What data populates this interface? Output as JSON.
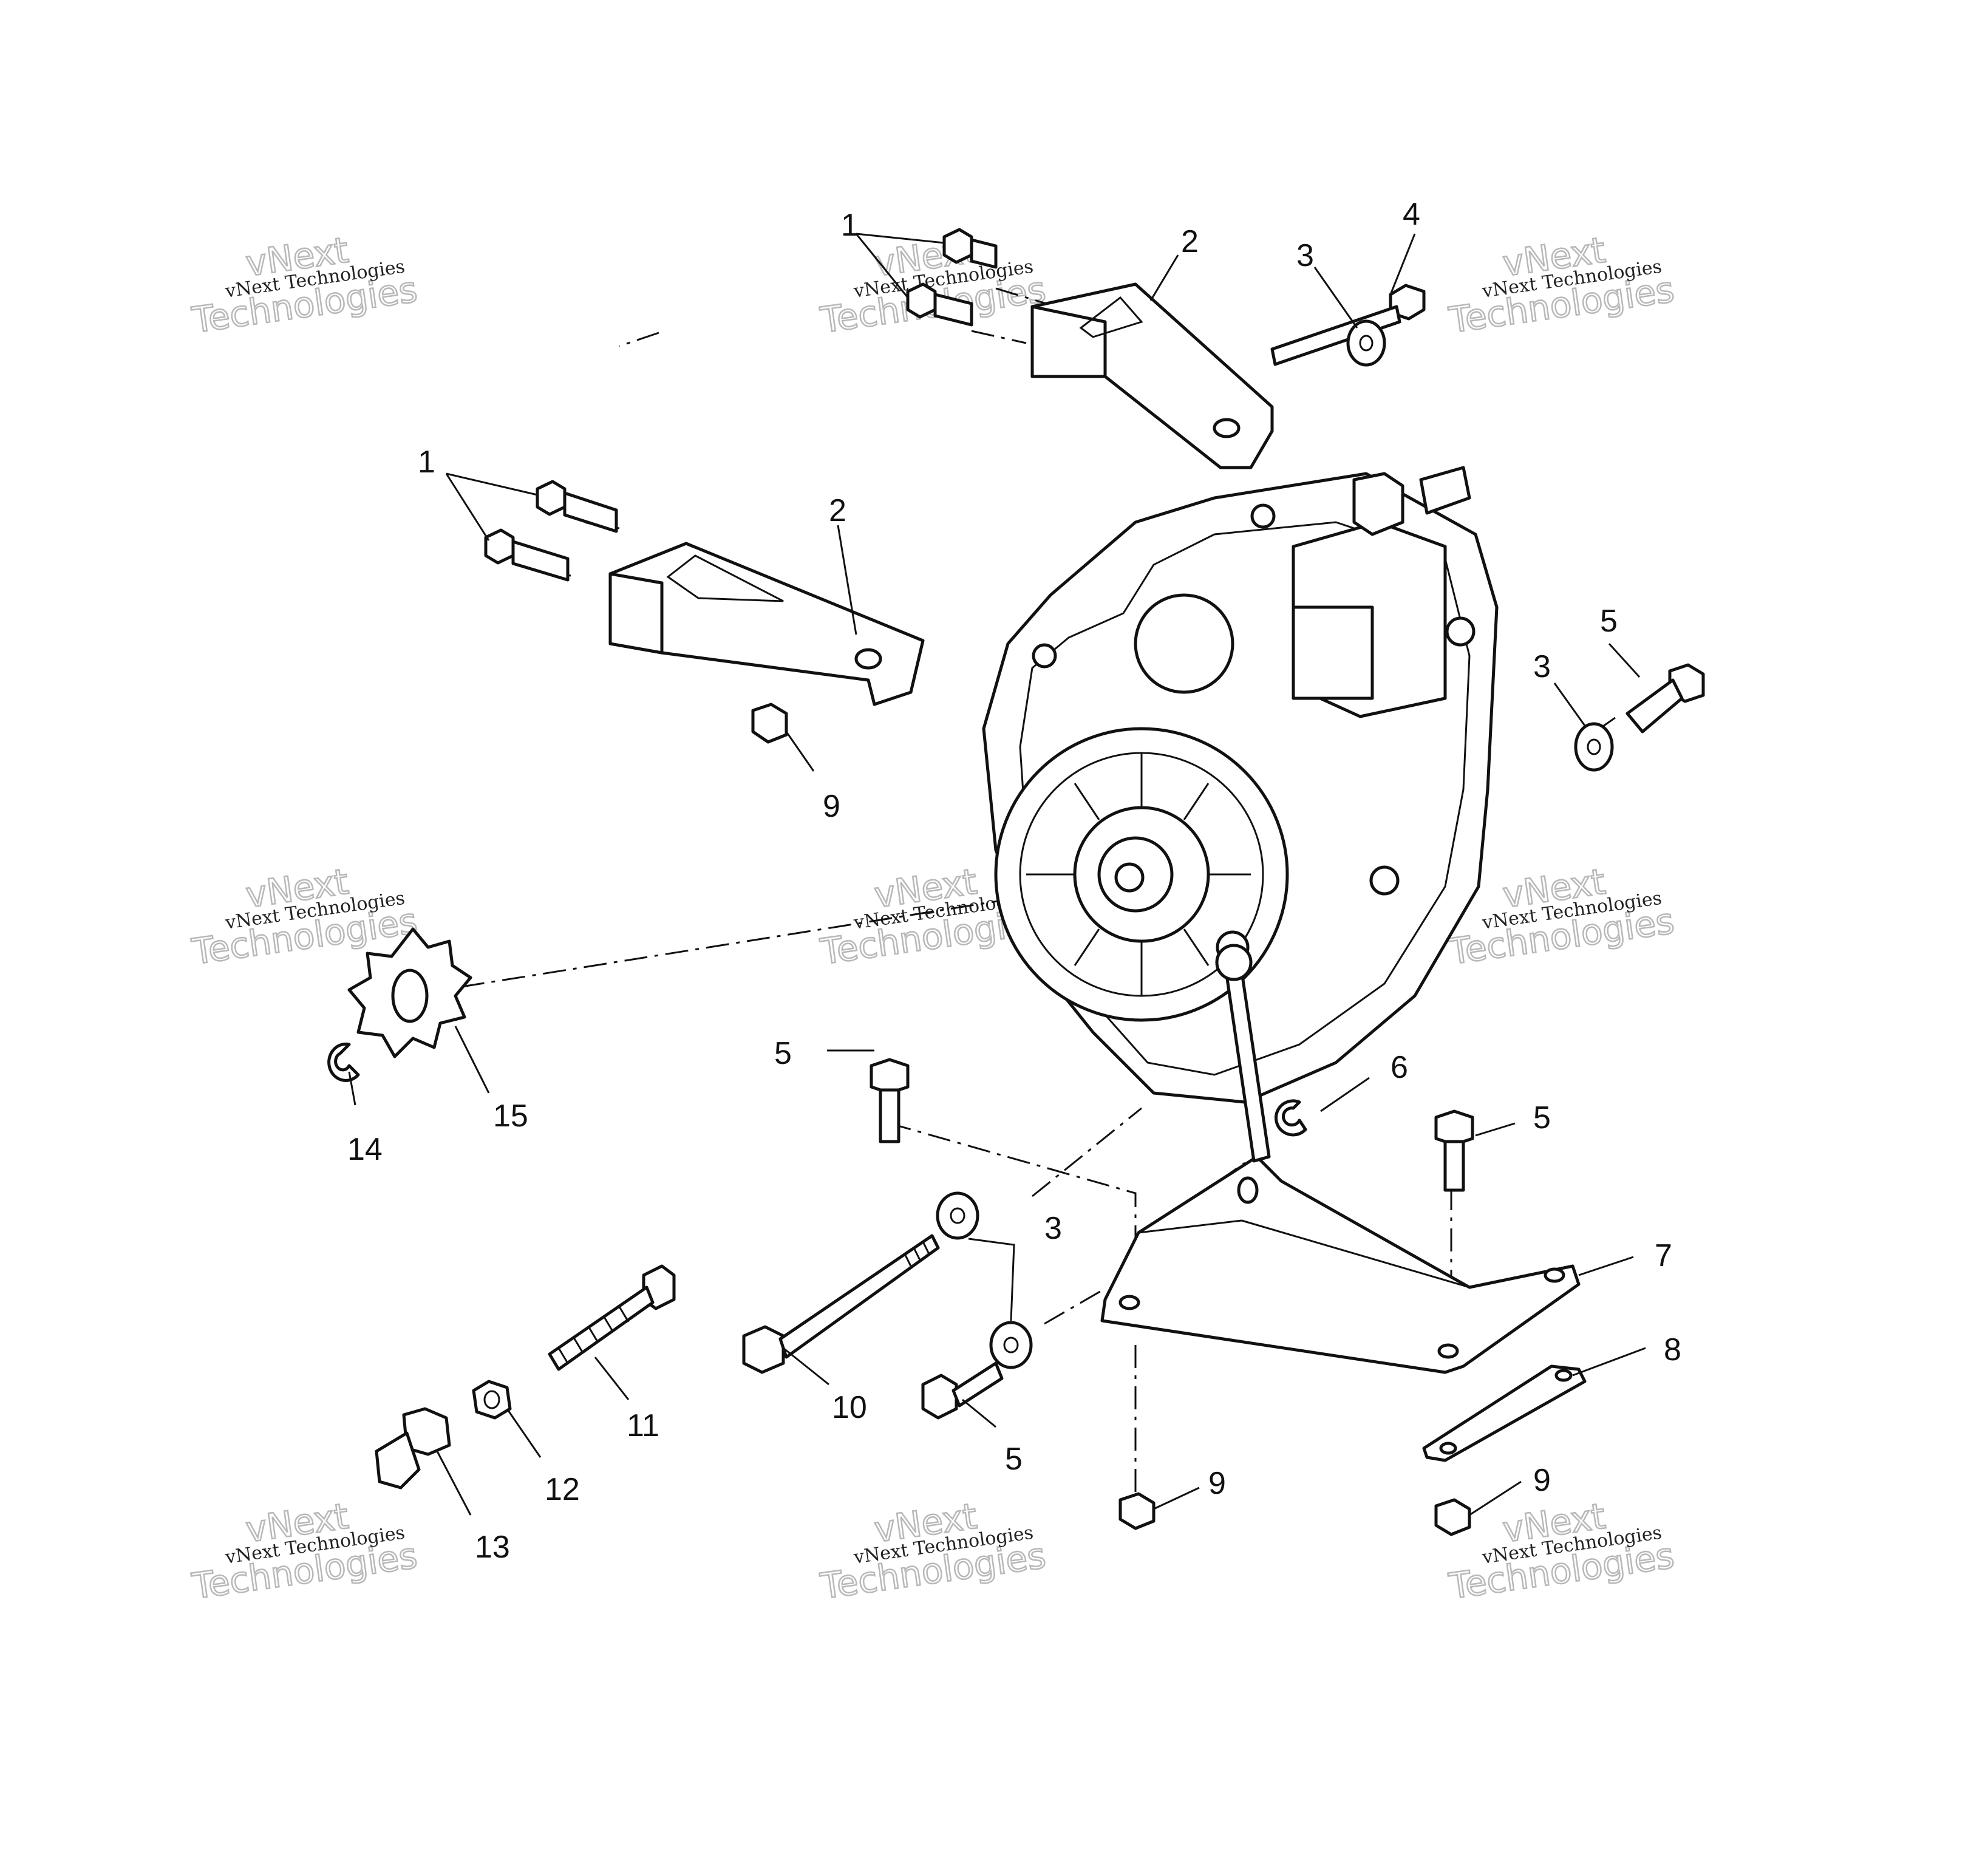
{
  "watermark": {
    "line1": "vNext Technologies",
    "line2": "vNext",
    "line3": "Technologies"
  },
  "callouts": {
    "c1_top": "1",
    "c2_top": "2",
    "c3_top": "3",
    "c4": "4",
    "c1_left": "1",
    "c2_left": "2",
    "c5_right": "5",
    "c3_right": "3",
    "c9_upper": "9",
    "c5_mid": "5",
    "c6": "6",
    "c5_lowright": "5",
    "c14": "14",
    "c15": "15",
    "c3_low": "3",
    "c7": "7",
    "c8": "8",
    "c11": "11",
    "c10": "10",
    "c5_bottom": "5",
    "c12": "12",
    "c9_bottom": "9",
    "c9_bottomright": "9",
    "c13": "13"
  }
}
